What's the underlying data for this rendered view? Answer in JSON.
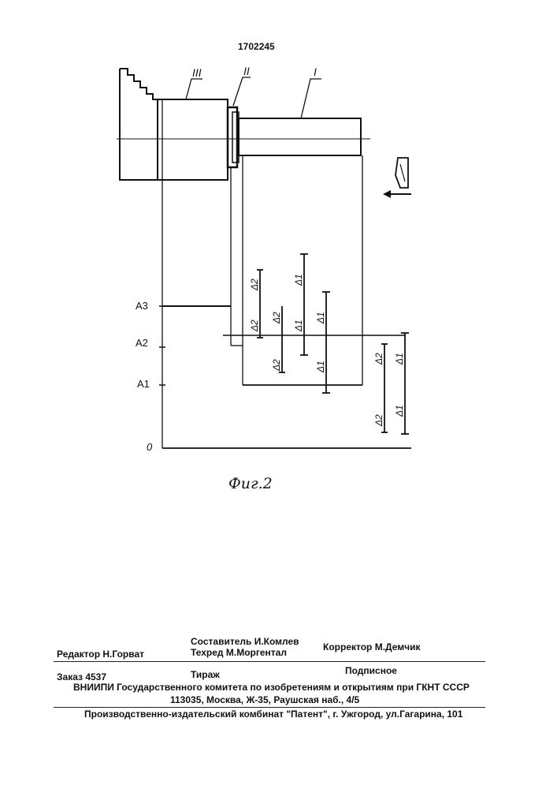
{
  "patent_number": "1702245",
  "figure": {
    "part_labels": [
      "III",
      "II",
      "I"
    ],
    "level_labels": [
      "A3",
      "A2",
      "A1",
      "0"
    ],
    "delta_labels": {
      "d1": "Δ1",
      "d2": "Δ2"
    }
  },
  "caption": "Фиг.2",
  "colophon": {
    "editor": "Редактор  Н.Горват",
    "compiler": "Составитель  И.Комлев",
    "tech_editor": "Техред М.Моргентал",
    "proofreader": "Корректор М.Демчик",
    "order": "Заказ  4537",
    "circulation": "Тираж",
    "subscription": "Подписное",
    "institute": "ВНИИПИ Государственного комитета по изобретениям и открытиям при ГКНТ СССР",
    "address": "113035, Москва, Ж-35, Раушская наб., 4/5",
    "publisher": "Производственно-издательский комбинат \"Патент\", г. Ужгород, ул.Гагарина, 101"
  }
}
